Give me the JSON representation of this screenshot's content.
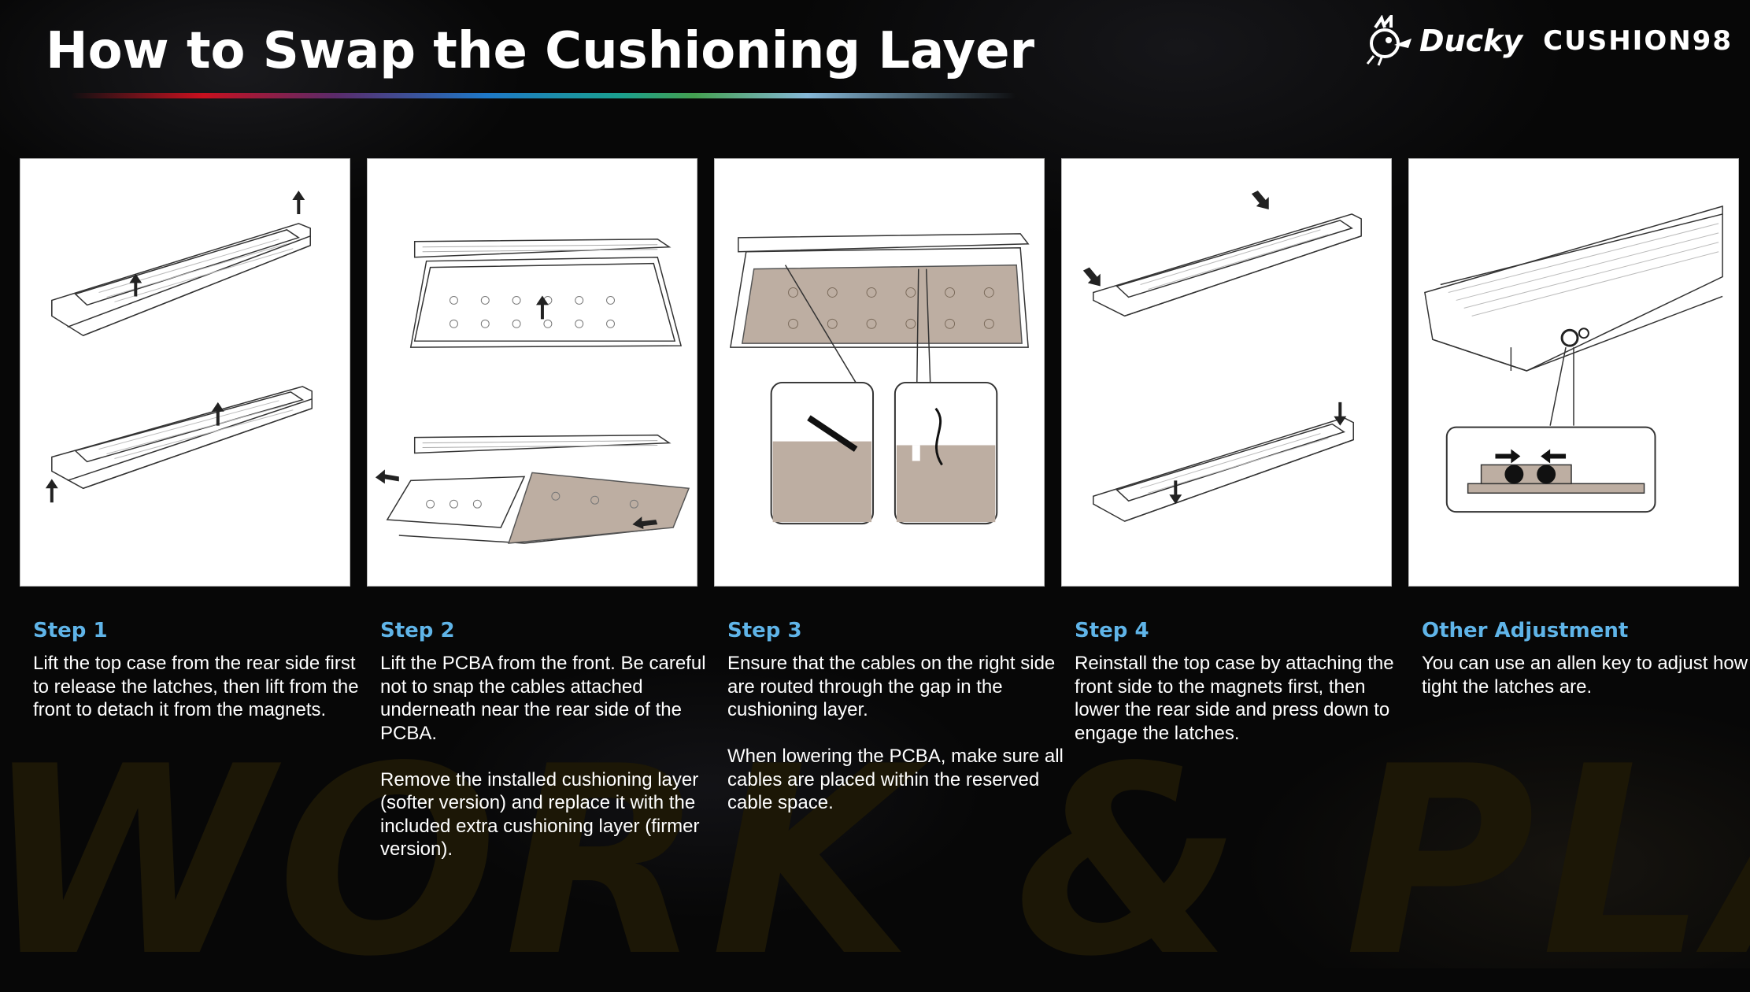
{
  "page": {
    "title": "How to Swap the Cushioning Layer",
    "background_text": "WORK & PLAY"
  },
  "brand": {
    "ducky_logo_text": "Ducky",
    "product_logo_text": "CUSHION98"
  },
  "colors": {
    "background": "#070707",
    "step_title": "#5fb4e8",
    "body_text": "#ffffff",
    "cushion_fill": "#bdaea2",
    "line_art": "#333333"
  },
  "steps": [
    {
      "title": "Step 1",
      "paragraphs": [
        "Lift the top case from the rear side first to release the latches, then lift from the front to detach it from the magnets."
      ],
      "illustration": "keyboard-lift-illustration"
    },
    {
      "title": "Step 2",
      "paragraphs": [
        "Lift the PCBA from the front. Be careful not to snap the cables attached underneath near the rear side of the PCBA.",
        "Remove the installed cushioning layer (softer version) and replace it with the included extra cushioning layer (firmer version)."
      ],
      "illustration": "pcba-cushion-swap-illustration"
    },
    {
      "title": "Step 3",
      "paragraphs": [
        "Ensure that the cables on the right side are routed through the gap in the cushioning layer.",
        "When lowering the PCBA, make sure all cables are placed within the reserved cable space."
      ],
      "illustration": "cable-routing-illustration"
    },
    {
      "title": "Step 4",
      "paragraphs": [
        "Reinstall the top case by attaching the front side to the magnets first, then lower the rear side and press down to engage the latches."
      ],
      "illustration": "keyboard-reinstall-illustration"
    },
    {
      "title": "Other Adjustment",
      "paragraphs": [
        "You can use an allen key to adjust how tight the latches are."
      ],
      "illustration": "allen-key-adjust-illustration"
    }
  ]
}
